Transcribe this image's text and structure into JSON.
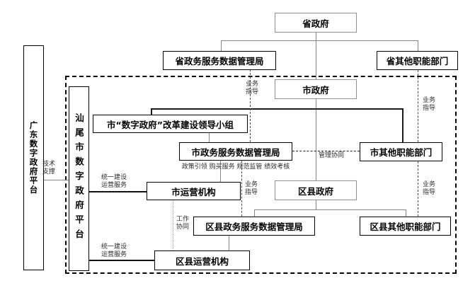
{
  "diagram": {
    "platforms": {
      "guangdong": "广东数字政府平台",
      "shanwei": "汕尾市数字政府平台"
    },
    "nodes": {
      "province_gov": "省政府",
      "province_data_bureau": "省政务服务数据管理局",
      "province_other_depts": "省其他职能部门",
      "city_gov": "市政府",
      "city_leading_group": "市“数字政府”改革建设领导小组",
      "city_data_bureau": "市政务服务数据管理局",
      "city_other_depts": "市其他职能部门",
      "city_operator": "市运营机构",
      "district_gov": "区县政府",
      "district_data_bureau": "区县政务服务数据管理局",
      "district_other_depts": "区县其他职能部门",
      "district_operator": "区县运营机构"
    },
    "edge_labels": {
      "business_guidance": "业务指导",
      "tech_support": "技术支撑",
      "unified_service": "统一建设运营服务",
      "policy_chain": "政策引领 购买服务 规范监管 绩效考核",
      "management_coordination": "管理协同",
      "work_coordination": "工作协同"
    }
  }
}
